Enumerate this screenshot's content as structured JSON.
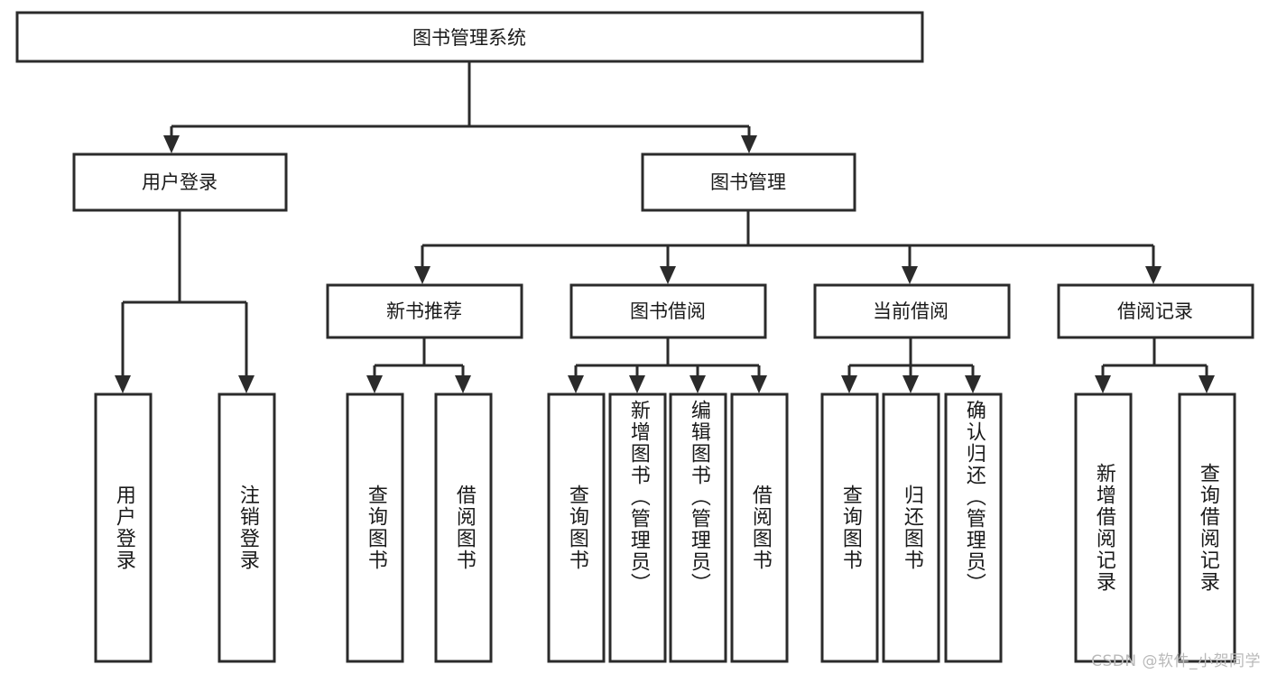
{
  "diagram": {
    "type": "tree",
    "title": "图书管理系统",
    "watermark": "CSDN @软件_小贺同学",
    "root": {
      "id": "root",
      "label": "图书管理系统"
    },
    "level2": [
      {
        "id": "user-login",
        "label": "用户登录"
      },
      {
        "id": "book-manage",
        "label": "图书管理"
      }
    ],
    "level3": [
      {
        "id": "new-book-rec",
        "label": "新书推荐",
        "parent": "book-manage"
      },
      {
        "id": "book-borrow",
        "label": "图书借阅",
        "parent": "book-manage"
      },
      {
        "id": "current-borrow",
        "label": "当前借阅",
        "parent": "book-manage"
      },
      {
        "id": "borrow-record",
        "label": "借阅记录",
        "parent": "book-manage"
      }
    ],
    "leaves": {
      "user-login": [
        {
          "id": "leaf-user-login",
          "label": "用户登录"
        },
        {
          "id": "leaf-logout",
          "label": "注销登录"
        }
      ],
      "new-book-rec": [
        {
          "id": "leaf-query-book-1",
          "label": "查询图书"
        },
        {
          "id": "leaf-borrow-book-1",
          "label": "借阅图书"
        }
      ],
      "book-borrow": [
        {
          "id": "leaf-query-book-2",
          "label": "查询图书"
        },
        {
          "id": "leaf-add-book",
          "label": "新增图书（管理员）"
        },
        {
          "id": "leaf-edit-book",
          "label": "编辑图书（管理员）"
        },
        {
          "id": "leaf-borrow-book-2",
          "label": "借阅图书"
        }
      ],
      "current-borrow": [
        {
          "id": "leaf-query-book-3",
          "label": "查询图书"
        },
        {
          "id": "leaf-return-book",
          "label": "归还图书"
        },
        {
          "id": "leaf-confirm-return",
          "label": "确认归还（管理员）"
        }
      ],
      "borrow-record": [
        {
          "id": "leaf-add-record",
          "label": "新增借阅记录"
        },
        {
          "id": "leaf-query-record",
          "label": "查询借阅记录"
        }
      ]
    },
    "colors": {
      "box_stroke": "#2b2b2b",
      "box_fill": "#ffffff",
      "text": "#1a1a1a",
      "background": "#ffffff",
      "watermark": "#b9b9b9"
    }
  }
}
